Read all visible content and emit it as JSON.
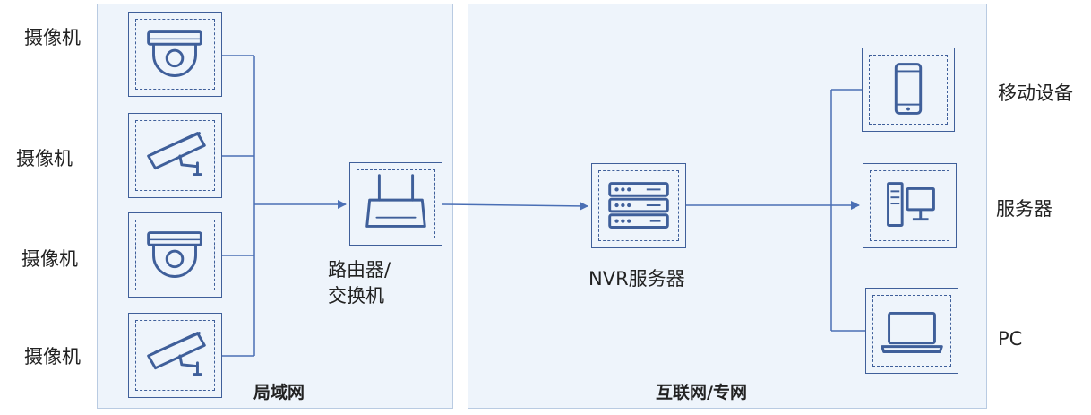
{
  "zones": {
    "lan": "局域网",
    "internet": "互联网/专网"
  },
  "cameras": [
    "摄像机",
    "摄像机",
    "摄像机",
    "摄像机"
  ],
  "router_label_line1": "路由器/",
  "router_label_line2": "交换机",
  "nvr_label": "NVR服务器",
  "endpoints": [
    "移动设备",
    "服务器",
    "PC"
  ],
  "colors": {
    "zone_fill": "#eef4fb",
    "zone_border": "#b9cbe2",
    "icon_stroke": "#3f5f9a",
    "connector": "#4a6fb5"
  }
}
